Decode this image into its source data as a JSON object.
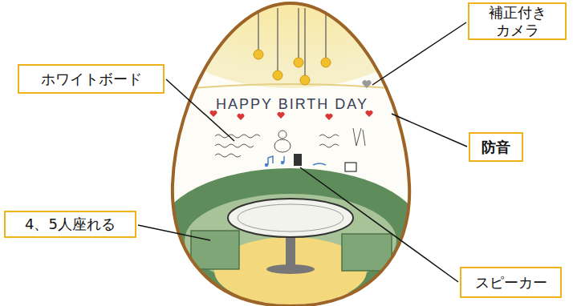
{
  "diagram": {
    "nodes": [
      {
        "text": [
          "補正付き カメラ"
        ]
      },
      {
        "text": [
          "ホワイトボード"
        ]
      },
      {
        "text": [
          "防音"
        ]
      },
      {
        "text": [
          "4、5人座れる"
        ]
      },
      {
        "text": [
          "スピーカー"
        ]
      }
    ],
    "labels": [
      "HAPPY BIRTH DAY"
    ]
  }
}
